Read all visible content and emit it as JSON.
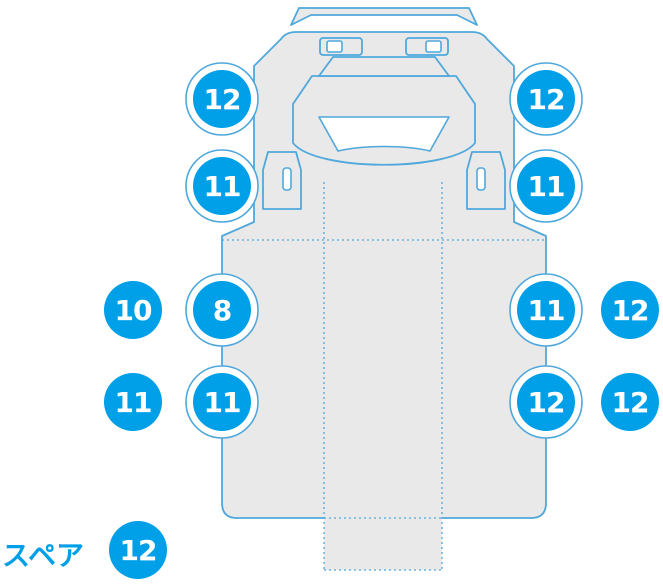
{
  "diagram_title": "tire-tread-depth-diagram",
  "colors": {
    "circle_fill": "#00a0e9",
    "line": "#4fa8dc",
    "body_fill": "#e9e9e9",
    "number_color": "#ffffff"
  },
  "spare": {
    "label": "スペア",
    "value": "12"
  },
  "wheels": [
    {
      "id": "front-left",
      "value": "12"
    },
    {
      "id": "front-right",
      "value": "12"
    },
    {
      "id": "second-left",
      "value": "11"
    },
    {
      "id": "second-right",
      "value": "11"
    },
    {
      "id": "rear1-left-outer",
      "value": "10"
    },
    {
      "id": "rear1-left-inner",
      "value": "8"
    },
    {
      "id": "rear1-right-inner",
      "value": "11"
    },
    {
      "id": "rear1-right-outer",
      "value": "12"
    },
    {
      "id": "rear2-left-outer",
      "value": "11"
    },
    {
      "id": "rear2-left-inner",
      "value": "11"
    },
    {
      "id": "rear2-right-inner",
      "value": "12"
    },
    {
      "id": "rear2-right-outer",
      "value": "12"
    }
  ]
}
